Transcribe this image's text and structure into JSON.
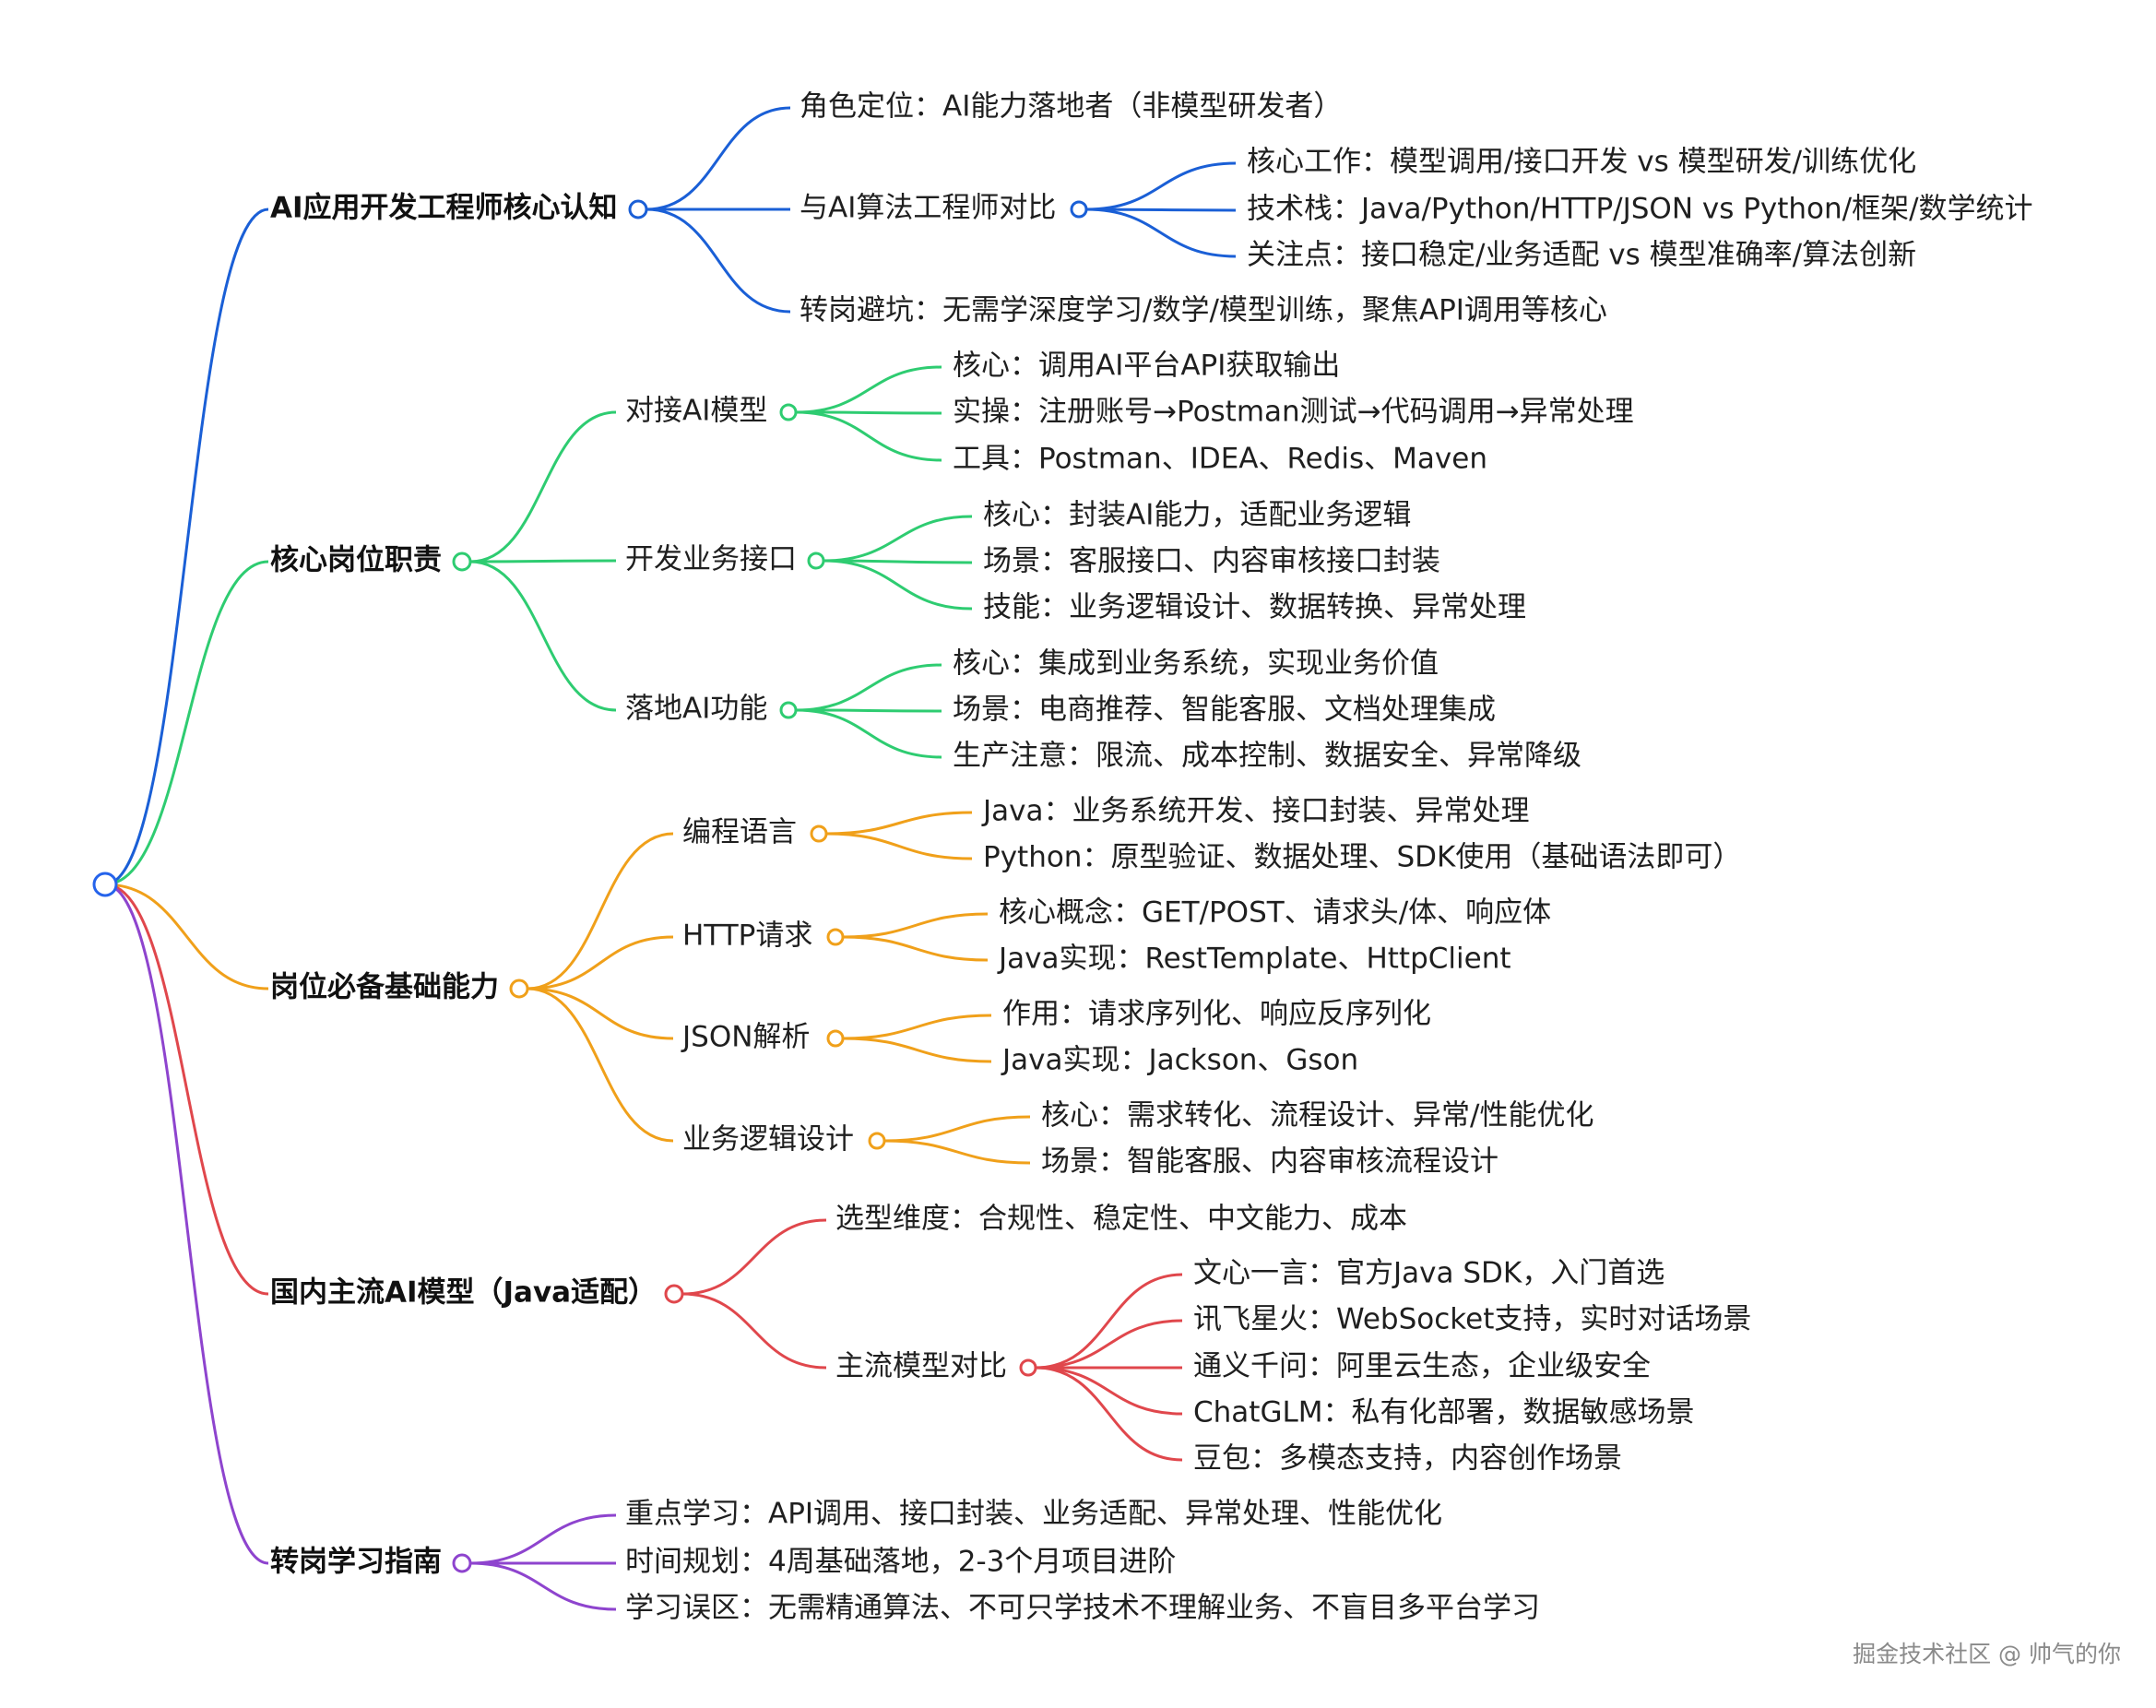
{
  "root": {
    "color": "#2563eb"
  },
  "branches": [
    {
      "label": "AI应用开发工程师核心认知",
      "color": "#1a5fd6",
      "children": [
        {
          "label": "角色定位：AI能力落地者（非模型研发者）",
          "children": []
        },
        {
          "label": "与AI算法工程师对比",
          "children": [
            {
              "label": "核心工作：模型调用/接口开发 vs 模型研发/训练优化"
            },
            {
              "label": "技术栈：Java/Python/HTTP/JSON vs Python/框架/数学统计"
            },
            {
              "label": "关注点：接口稳定/业务适配 vs 模型准确率/算法创新"
            }
          ]
        },
        {
          "label": "转岗避坑：无需学深度学习/数学/模型训练，聚焦API调用等核心",
          "children": []
        }
      ]
    },
    {
      "label": "核心岗位职责",
      "color": "#2ecc71",
      "children": [
        {
          "label": "对接AI模型",
          "children": [
            {
              "label": "核心：调用AI平台API获取输出"
            },
            {
              "label": "实操：注册账号→Postman测试→代码调用→异常处理"
            },
            {
              "label": "工具：Postman、IDEA、Redis、Maven"
            }
          ]
        },
        {
          "label": "开发业务接口",
          "children": [
            {
              "label": "核心：封装AI能力，适配业务逻辑"
            },
            {
              "label": "场景：客服接口、内容审核接口封装"
            },
            {
              "label": "技能：业务逻辑设计、数据转换、异常处理"
            }
          ]
        },
        {
          "label": "落地AI功能",
          "children": [
            {
              "label": "核心：集成到业务系统，实现业务价值"
            },
            {
              "label": "场景：电商推荐、智能客服、文档处理集成"
            },
            {
              "label": "生产注意：限流、成本控制、数据安全、异常降级"
            }
          ]
        }
      ]
    },
    {
      "label": "岗位必备基础能力",
      "color": "#f0a01a",
      "children": [
        {
          "label": "编程语言",
          "children": [
            {
              "label": "Java：业务系统开发、接口封装、异常处理"
            },
            {
              "label": "Python：原型验证、数据处理、SDK使用（基础语法即可）"
            }
          ]
        },
        {
          "label": "HTTP请求",
          "children": [
            {
              "label": "核心概念：GET/POST、请求头/体、响应体"
            },
            {
              "label": "Java实现：RestTemplate、HttpClient"
            }
          ]
        },
        {
          "label": "JSON解析",
          "children": [
            {
              "label": "作用：请求序列化、响应反序列化"
            },
            {
              "label": "Java实现：Jackson、Gson"
            }
          ]
        },
        {
          "label": "业务逻辑设计",
          "children": [
            {
              "label": "核心：需求转化、流程设计、异常/性能优化"
            },
            {
              "label": "场景：智能客服、内容审核流程设计"
            }
          ]
        }
      ]
    },
    {
      "label": "国内主流AI模型（Java适配）",
      "color": "#e0474c",
      "children": [
        {
          "label": "选型维度：合规性、稳定性、中文能力、成本",
          "children": []
        },
        {
          "label": "主流模型对比",
          "children": [
            {
              "label": "文心一言：官方Java SDK，入门首选"
            },
            {
              "label": "讯飞星火：WebSocket支持，实时对话场景"
            },
            {
              "label": "通义千问：阿里云生态，企业级安全"
            },
            {
              "label": "ChatGLM：私有化部署，数据敏感场景"
            },
            {
              "label": "豆包：多模态支持，内容创作场景"
            }
          ]
        }
      ]
    },
    {
      "label": "转岗学习指南",
      "color": "#8e44ce",
      "children": [
        {
          "label": "重点学习：API调用、接口封装、业务适配、异常处理、性能优化",
          "children": []
        },
        {
          "label": "时间规划：4周基础落地，2-3个月项目进阶",
          "children": []
        },
        {
          "label": "学习误区：无需精通算法、不可只学技术不理解业务、不盲目多平台学习",
          "children": []
        }
      ]
    }
  ],
  "watermark": "掘金技术社区 @ 帅气的你"
}
